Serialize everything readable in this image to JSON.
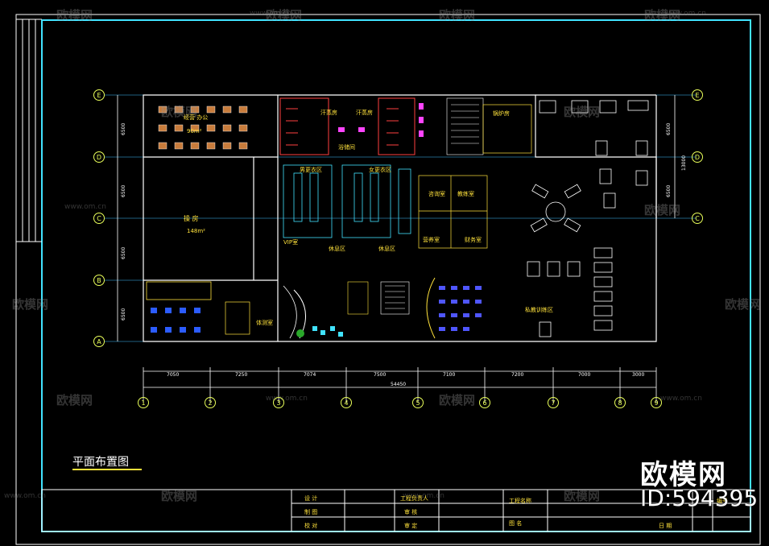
{
  "title": "平面布置图",
  "brand": {
    "name": "欧模网",
    "id": "ID:594395"
  },
  "watermark": {
    "text": "欧模网",
    "url": "www.om.cn"
  },
  "rows": [
    "E",
    "D",
    "C",
    "B",
    "A"
  ],
  "columns": [
    "1",
    "2",
    "3",
    "4",
    "5",
    "6",
    "7",
    "8",
    "9"
  ],
  "column_dims": [
    "7050",
    "7250",
    "7074",
    "7500",
    "7100",
    "7200",
    "7000",
    "3000"
  ],
  "total_dim": "54450",
  "row_dims_left": [
    "6500",
    "6500",
    "6500",
    "6500"
  ],
  "row_dims_right": [
    "6500",
    "13000",
    "6500"
  ],
  "rooms": {
    "office": "经营  办公",
    "office_area": "90m²",
    "hall": "操  房",
    "hall_area": "148m²",
    "men_changing": "男更衣区",
    "women_changing": "女更衣区",
    "vip": "VIP室",
    "rest_a": "休息区",
    "rest_b": "休息区",
    "boiler": "锅炉房",
    "sauna_a": "汗蒸房",
    "sauna_b": "汗蒸房",
    "storage": "浴储间",
    "consult": "咨询室",
    "trainer": "教练室",
    "fitness_test": "体测室",
    "supplement": "营养室",
    "finance": "财务室",
    "private_training": "私教训练区"
  },
  "title_block": {
    "design": "设   计",
    "drawing": "制   图",
    "check": "校   对",
    "engineer": "工程负责人",
    "review": "审   核",
    "approve": "审   定",
    "project": "工程名称",
    "drawing_name": "图   名",
    "number": "编号",
    "date": "日   期"
  }
}
